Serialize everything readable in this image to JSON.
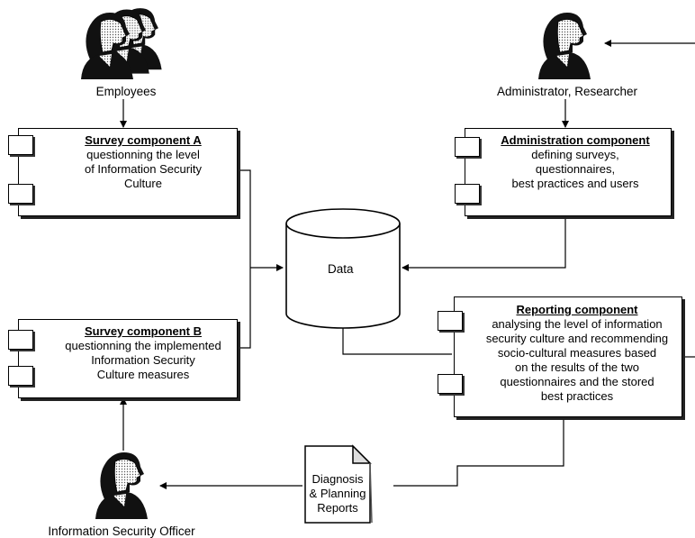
{
  "actors": {
    "employees": {
      "label": "Employees"
    },
    "admin": {
      "label": "Administrator, Researcher"
    },
    "iso": {
      "label": "Information Security Officer"
    }
  },
  "components": {
    "survey_a": {
      "title": "Survey component A",
      "lines": [
        "questionning the level",
        "of Information Security",
        "Culture"
      ]
    },
    "survey_b": {
      "title": "Survey component B",
      "lines": [
        "questionning the implemented",
        "Information Security",
        "Culture measures"
      ]
    },
    "admin": {
      "title": "Administration component",
      "lines": [
        "defining surveys,",
        "questionnaires,",
        "best practices and users"
      ]
    },
    "reporting": {
      "title": "Reporting  component",
      "lines": [
        "analysing the level of information",
        "security culture and recommending",
        "socio-cultural measures based",
        "on the results of the two",
        "questionnaires and the stored",
        "best practices"
      ]
    }
  },
  "database": {
    "label": "Data"
  },
  "document": {
    "lines": [
      "Diagnosis",
      "& Planning",
      "Reports"
    ]
  }
}
